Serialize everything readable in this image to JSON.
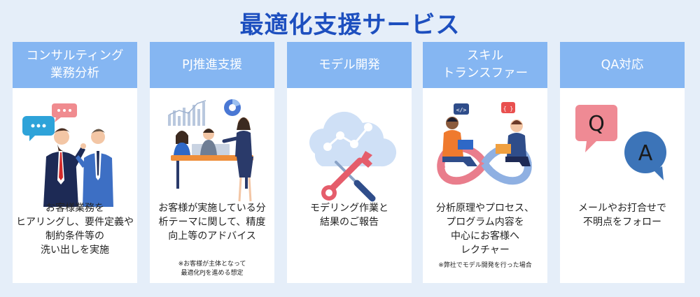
{
  "title": "最適化支援サービス",
  "colors": {
    "background": "#e5eef9",
    "title": "#1d4fbf",
    "card_header": "#85b6f2",
    "card_body": "#ffffff"
  },
  "cards": [
    {
      "heading": "コンサルティング\n業務分析",
      "description": "お客様業務を\nヒアリングし、要件定義や\n制約条件等の\n洗い出しを実施",
      "icon": "consulting-meeting-illustration"
    },
    {
      "heading": "PJ推進支援",
      "description": "お客様が実施している分\n析テーマに関して、精度\n向上等のアドバイス",
      "note": "※お客様が主体となって\n最適化PJを進める想定",
      "icon": "team-presentation-illustration"
    },
    {
      "heading": "モデル開発",
      "description": "モデリング作業と\n結果のご報告",
      "icon": "cloud-tools-illustration"
    },
    {
      "heading": "スキル\nトランスファー",
      "description": "分析原理やプロセス、\nプログラム内容を\n中心にお客様へ\nレクチャー",
      "note": "※弊社でモデル開発を行った場合",
      "icon": "skill-transfer-infinity-illustration"
    },
    {
      "heading": "QA対応",
      "description": "メールやお打合せで\n不明点をフォロー",
      "qa": {
        "q": "Q",
        "a": "A"
      },
      "icon": "qa-speech-bubbles-illustration"
    }
  ]
}
